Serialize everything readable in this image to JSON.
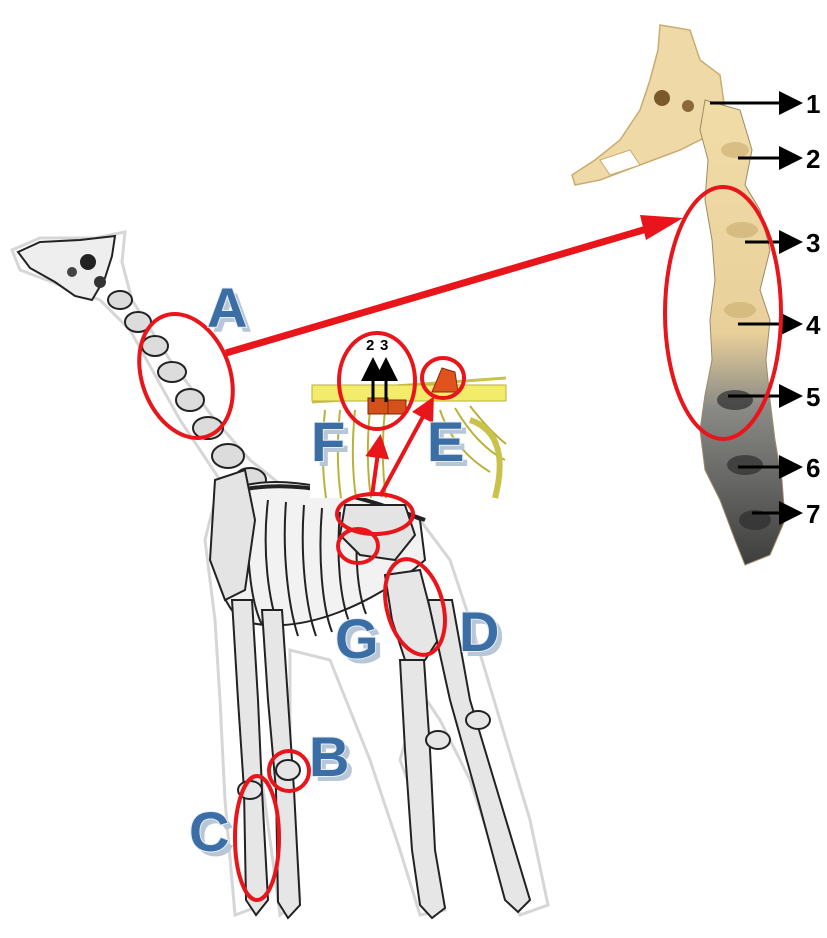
{
  "labels": {
    "A": "A",
    "B": "B",
    "C": "C",
    "D": "D",
    "E": "E",
    "F": "F",
    "G": "G"
  },
  "vertebra_numbers": [
    "1",
    "2",
    "3",
    "4",
    "5",
    "6",
    "7"
  ],
  "inset_numbers": {
    "left": "2",
    "right": "3"
  },
  "colors": {
    "highlight_red": "#e8151b",
    "label_blue": "#3a6ea5",
    "bone_light": "#efd9a6",
    "bone_dark": "#4a4a4a",
    "rib_yellow": "#f3ec6a"
  }
}
